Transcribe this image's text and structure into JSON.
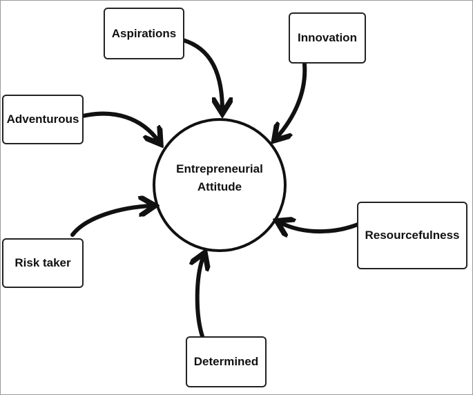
{
  "diagram": {
    "center": {
      "label_line1": "Entrepreneurial",
      "label_line2": "Attitude"
    },
    "nodes": {
      "aspirations": "Aspirations",
      "innovation": "Innovation",
      "adventurous": "Adventurous",
      "resourcefulness": "Resourcefulness",
      "risk_taker": "Risk taker",
      "determined": "Determined"
    },
    "colors": {
      "stroke": "#111111",
      "box_border": "#222222",
      "background": "#ffffff"
    }
  }
}
